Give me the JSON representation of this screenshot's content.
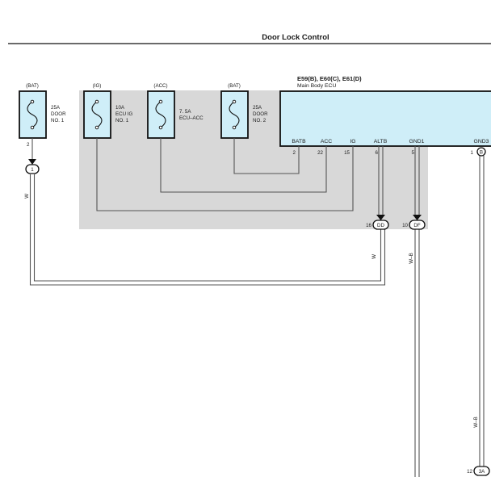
{
  "header": {
    "title": "Door Lock Control"
  },
  "fuses": [
    {
      "source": "(BAT)",
      "rating": "25A",
      "name_lines": [
        "DOOR",
        "NO. 1"
      ],
      "pin": "2"
    },
    {
      "source": "(IG)",
      "rating": "10A",
      "name_lines": [
        "ECU IG",
        "NO. 1"
      ]
    },
    {
      "source": "(ACC)",
      "rating": "7. 5A",
      "name_lines": [
        "ECU–ACC"
      ]
    },
    {
      "source": "(BAT)",
      "rating": "25A",
      "name_lines": [
        "DOOR",
        "NO. 2"
      ]
    }
  ],
  "ecu": {
    "title": "E59(B), E60(C), E61(D)",
    "subtitle": "Main Body ECU",
    "terminals": [
      {
        "label": "BATB",
        "pin": "2"
      },
      {
        "label": "ACC",
        "pin": "22"
      },
      {
        "label": "IG",
        "pin": "15"
      },
      {
        "label": "ALTB",
        "pin": "6"
      },
      {
        "label": "GND1",
        "pin": "5"
      },
      {
        "label": "GND3",
        "pin": "1",
        "connector": "B"
      }
    ]
  },
  "junctions": [
    {
      "id": "1"
    },
    {
      "id": "DD",
      "pin": "16"
    },
    {
      "id": "DF",
      "pin": "10"
    },
    {
      "id": "3A",
      "pin": "12"
    }
  ],
  "wire_colors": {
    "left": "W",
    "mid": "W",
    "gnd1": "W–B",
    "gnd3": "W–B"
  },
  "colors": {
    "fuse_fill": "#cfeef8",
    "ecu_fill": "#cfeef8",
    "shaded_area": "#d8d8d8"
  }
}
